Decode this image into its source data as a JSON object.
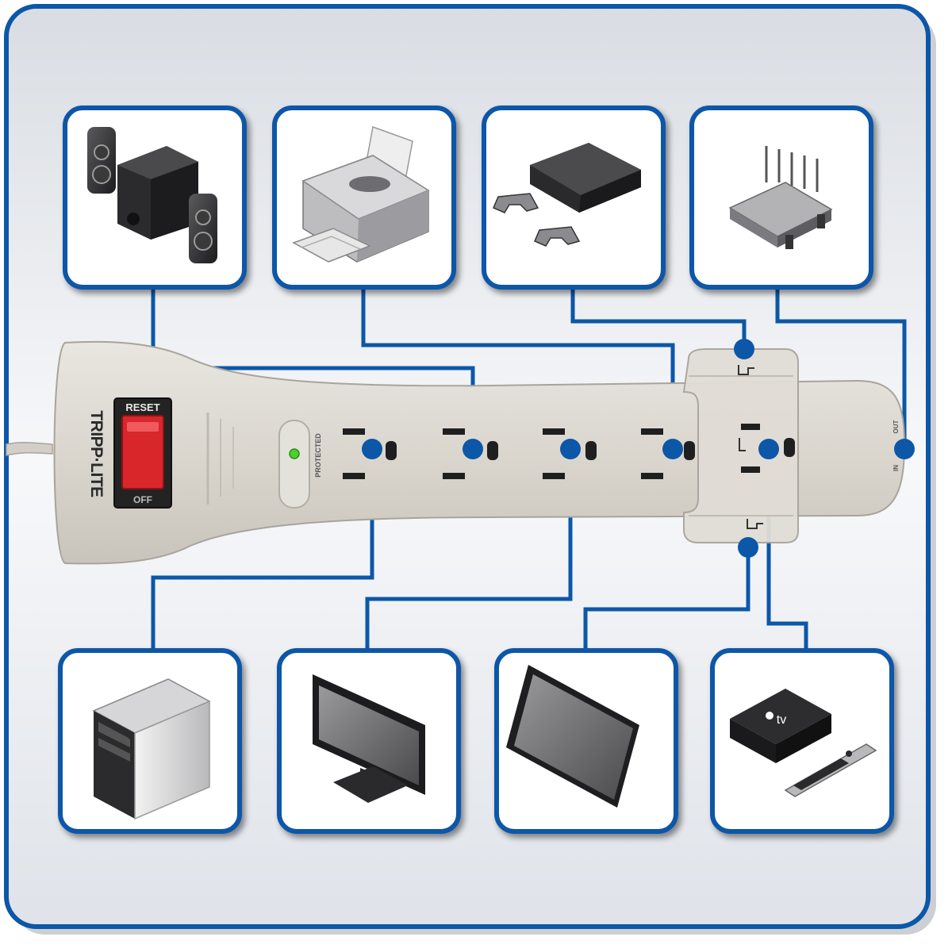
{
  "strip": {
    "brand": "TRIPP·LITE",
    "reset_label": "RESET",
    "off_label": "OFF",
    "protected_label": "PROTECTED",
    "in_label": "IN",
    "out_label": "OUT"
  },
  "devices": {
    "top": [
      "speakers-icon",
      "printer-icon",
      "game-console-icon",
      "router-icon"
    ],
    "bottom": [
      "desktop-computer-icon",
      "monitor-icon",
      "tablet-icon",
      "streaming-box-icon"
    ]
  },
  "appletv": {
    "logo_text": "tv"
  },
  "colors": {
    "frame": "#0c57a8",
    "strip": "#dcd8d1",
    "indicator": "#4bd12d",
    "switch": "#d8262b"
  }
}
